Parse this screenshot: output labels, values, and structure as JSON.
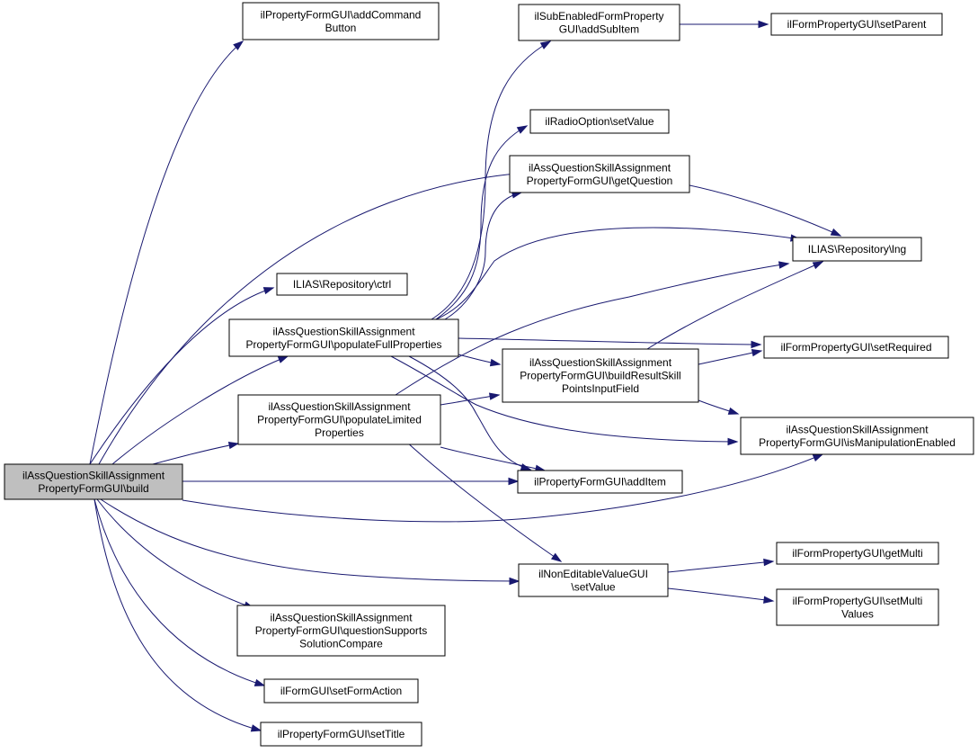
{
  "diagram": {
    "colors": {
      "edge": "#191970",
      "root_fill": "#bfbfbf",
      "node_fill": "#ffffff",
      "node_border": "#000000"
    },
    "nodes": [
      {
        "id": "build",
        "root": true,
        "lines": [
          "ilAssQuestionSkillAssignment",
          "PropertyFormGUI\\build"
        ]
      },
      {
        "id": "addCommandButton",
        "lines": [
          "ilPropertyFormGUI\\addCommand",
          "Button"
        ]
      },
      {
        "id": "ctrl",
        "lines": [
          "ILIAS\\Repository\\ctrl"
        ]
      },
      {
        "id": "populateFull",
        "lines": [
          "ilAssQuestionSkillAssignment",
          "PropertyFormGUI\\populateFullProperties"
        ]
      },
      {
        "id": "populateLimited",
        "lines": [
          "ilAssQuestionSkillAssignment",
          "PropertyFormGUI\\populateLimited",
          "Properties"
        ]
      },
      {
        "id": "questionSupports",
        "lines": [
          "ilAssQuestionSkillAssignment",
          "PropertyFormGUI\\questionSupports",
          "SolutionCompare"
        ]
      },
      {
        "id": "setFormAction",
        "lines": [
          "ilFormGUI\\setFormAction"
        ]
      },
      {
        "id": "setTitle",
        "lines": [
          "ilPropertyFormGUI\\setTitle"
        ]
      },
      {
        "id": "addSubItem",
        "lines": [
          "ilSubEnabledFormProperty",
          "GUI\\addSubItem"
        ]
      },
      {
        "id": "radioSetValue",
        "lines": [
          "ilRadioOption\\setValue"
        ]
      },
      {
        "id": "getQuestion",
        "lines": [
          "ilAssQuestionSkillAssignment",
          "PropertyFormGUI\\getQuestion"
        ]
      },
      {
        "id": "buildResult",
        "lines": [
          "ilAssQuestionSkillAssignment",
          "PropertyFormGUI\\buildResultSkill",
          "PointsInputField"
        ]
      },
      {
        "id": "addItem",
        "lines": [
          "ilPropertyFormGUI\\addItem"
        ]
      },
      {
        "id": "nonEditSetValue",
        "lines": [
          "ilNonEditableValueGUI",
          "\\setValue"
        ]
      },
      {
        "id": "setParent",
        "lines": [
          "ilFormPropertyGUI\\setParent"
        ]
      },
      {
        "id": "lng",
        "lines": [
          "ILIAS\\Repository\\lng"
        ]
      },
      {
        "id": "setRequired",
        "lines": [
          "ilFormPropertyGUI\\setRequired"
        ]
      },
      {
        "id": "isManipulation",
        "lines": [
          "ilAssQuestionSkillAssignment",
          "PropertyFormGUI\\isManipulationEnabled"
        ]
      },
      {
        "id": "getMulti",
        "lines": [
          "ilFormPropertyGUI\\getMulti"
        ]
      },
      {
        "id": "setMultiValues",
        "lines": [
          "ilFormPropertyGUI\\setMulti",
          "Values"
        ]
      }
    ],
    "edges": [
      {
        "from": "build",
        "to": "addCommandButton"
      },
      {
        "from": "build",
        "to": "lng"
      },
      {
        "from": "build",
        "to": "ctrl"
      },
      {
        "from": "build",
        "to": "populateFull"
      },
      {
        "from": "build",
        "to": "populateLimited"
      },
      {
        "from": "build",
        "to": "addItem"
      },
      {
        "from": "build",
        "to": "isManipulation"
      },
      {
        "from": "build",
        "to": "nonEditSetValue"
      },
      {
        "from": "build",
        "to": "questionSupports"
      },
      {
        "from": "build",
        "to": "setFormAction"
      },
      {
        "from": "build",
        "to": "setTitle"
      },
      {
        "from": "populateFull",
        "to": "addSubItem"
      },
      {
        "from": "populateFull",
        "to": "radioSetValue"
      },
      {
        "from": "populateFull",
        "to": "getQuestion"
      },
      {
        "from": "populateFull",
        "to": "lng"
      },
      {
        "from": "populateFull",
        "to": "setRequired"
      },
      {
        "from": "populateFull",
        "to": "buildResult"
      },
      {
        "from": "populateFull",
        "to": "isManipulation"
      },
      {
        "from": "populateFull",
        "to": "addItem"
      },
      {
        "from": "populateLimited",
        "to": "lng"
      },
      {
        "from": "populateLimited",
        "to": "buildResult"
      },
      {
        "from": "populateLimited",
        "to": "addItem"
      },
      {
        "from": "populateLimited",
        "to": "nonEditSetValue"
      },
      {
        "from": "buildResult",
        "to": "lng"
      },
      {
        "from": "buildResult",
        "to": "setRequired"
      },
      {
        "from": "buildResult",
        "to": "isManipulation"
      },
      {
        "from": "addSubItem",
        "to": "setParent"
      },
      {
        "from": "nonEditSetValue",
        "to": "getMulti"
      },
      {
        "from": "nonEditSetValue",
        "to": "setMultiValues"
      }
    ]
  }
}
